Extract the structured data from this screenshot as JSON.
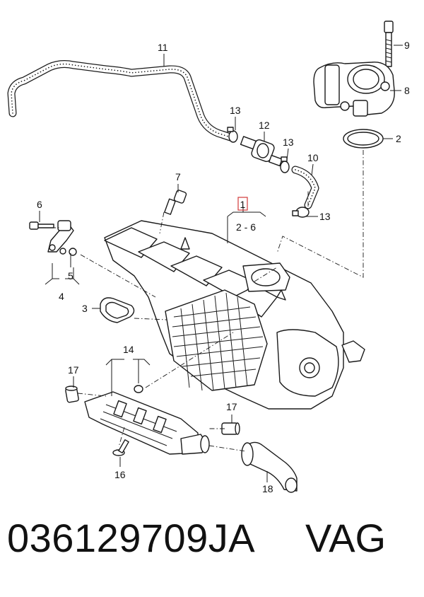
{
  "callouts": {
    "c1": "1",
    "c1_range": "2 - 6",
    "c2": "2",
    "c3": "3",
    "c4": "4",
    "c5": "5",
    "c6": "6",
    "c7": "7",
    "c8": "8",
    "c9": "9",
    "c10": "10",
    "c11": "11",
    "c12": "12",
    "c13a": "13",
    "c13b": "13",
    "c13c": "13",
    "c14": "14",
    "c16": "16",
    "c17a": "17",
    "c17b": "17",
    "c18": "18"
  },
  "footer": {
    "part_number": "036129709JA",
    "brand": "VAG"
  },
  "colors": {
    "line": "#1a1a1a",
    "highlight_box": "#d23a3a",
    "background": "#ffffff"
  }
}
